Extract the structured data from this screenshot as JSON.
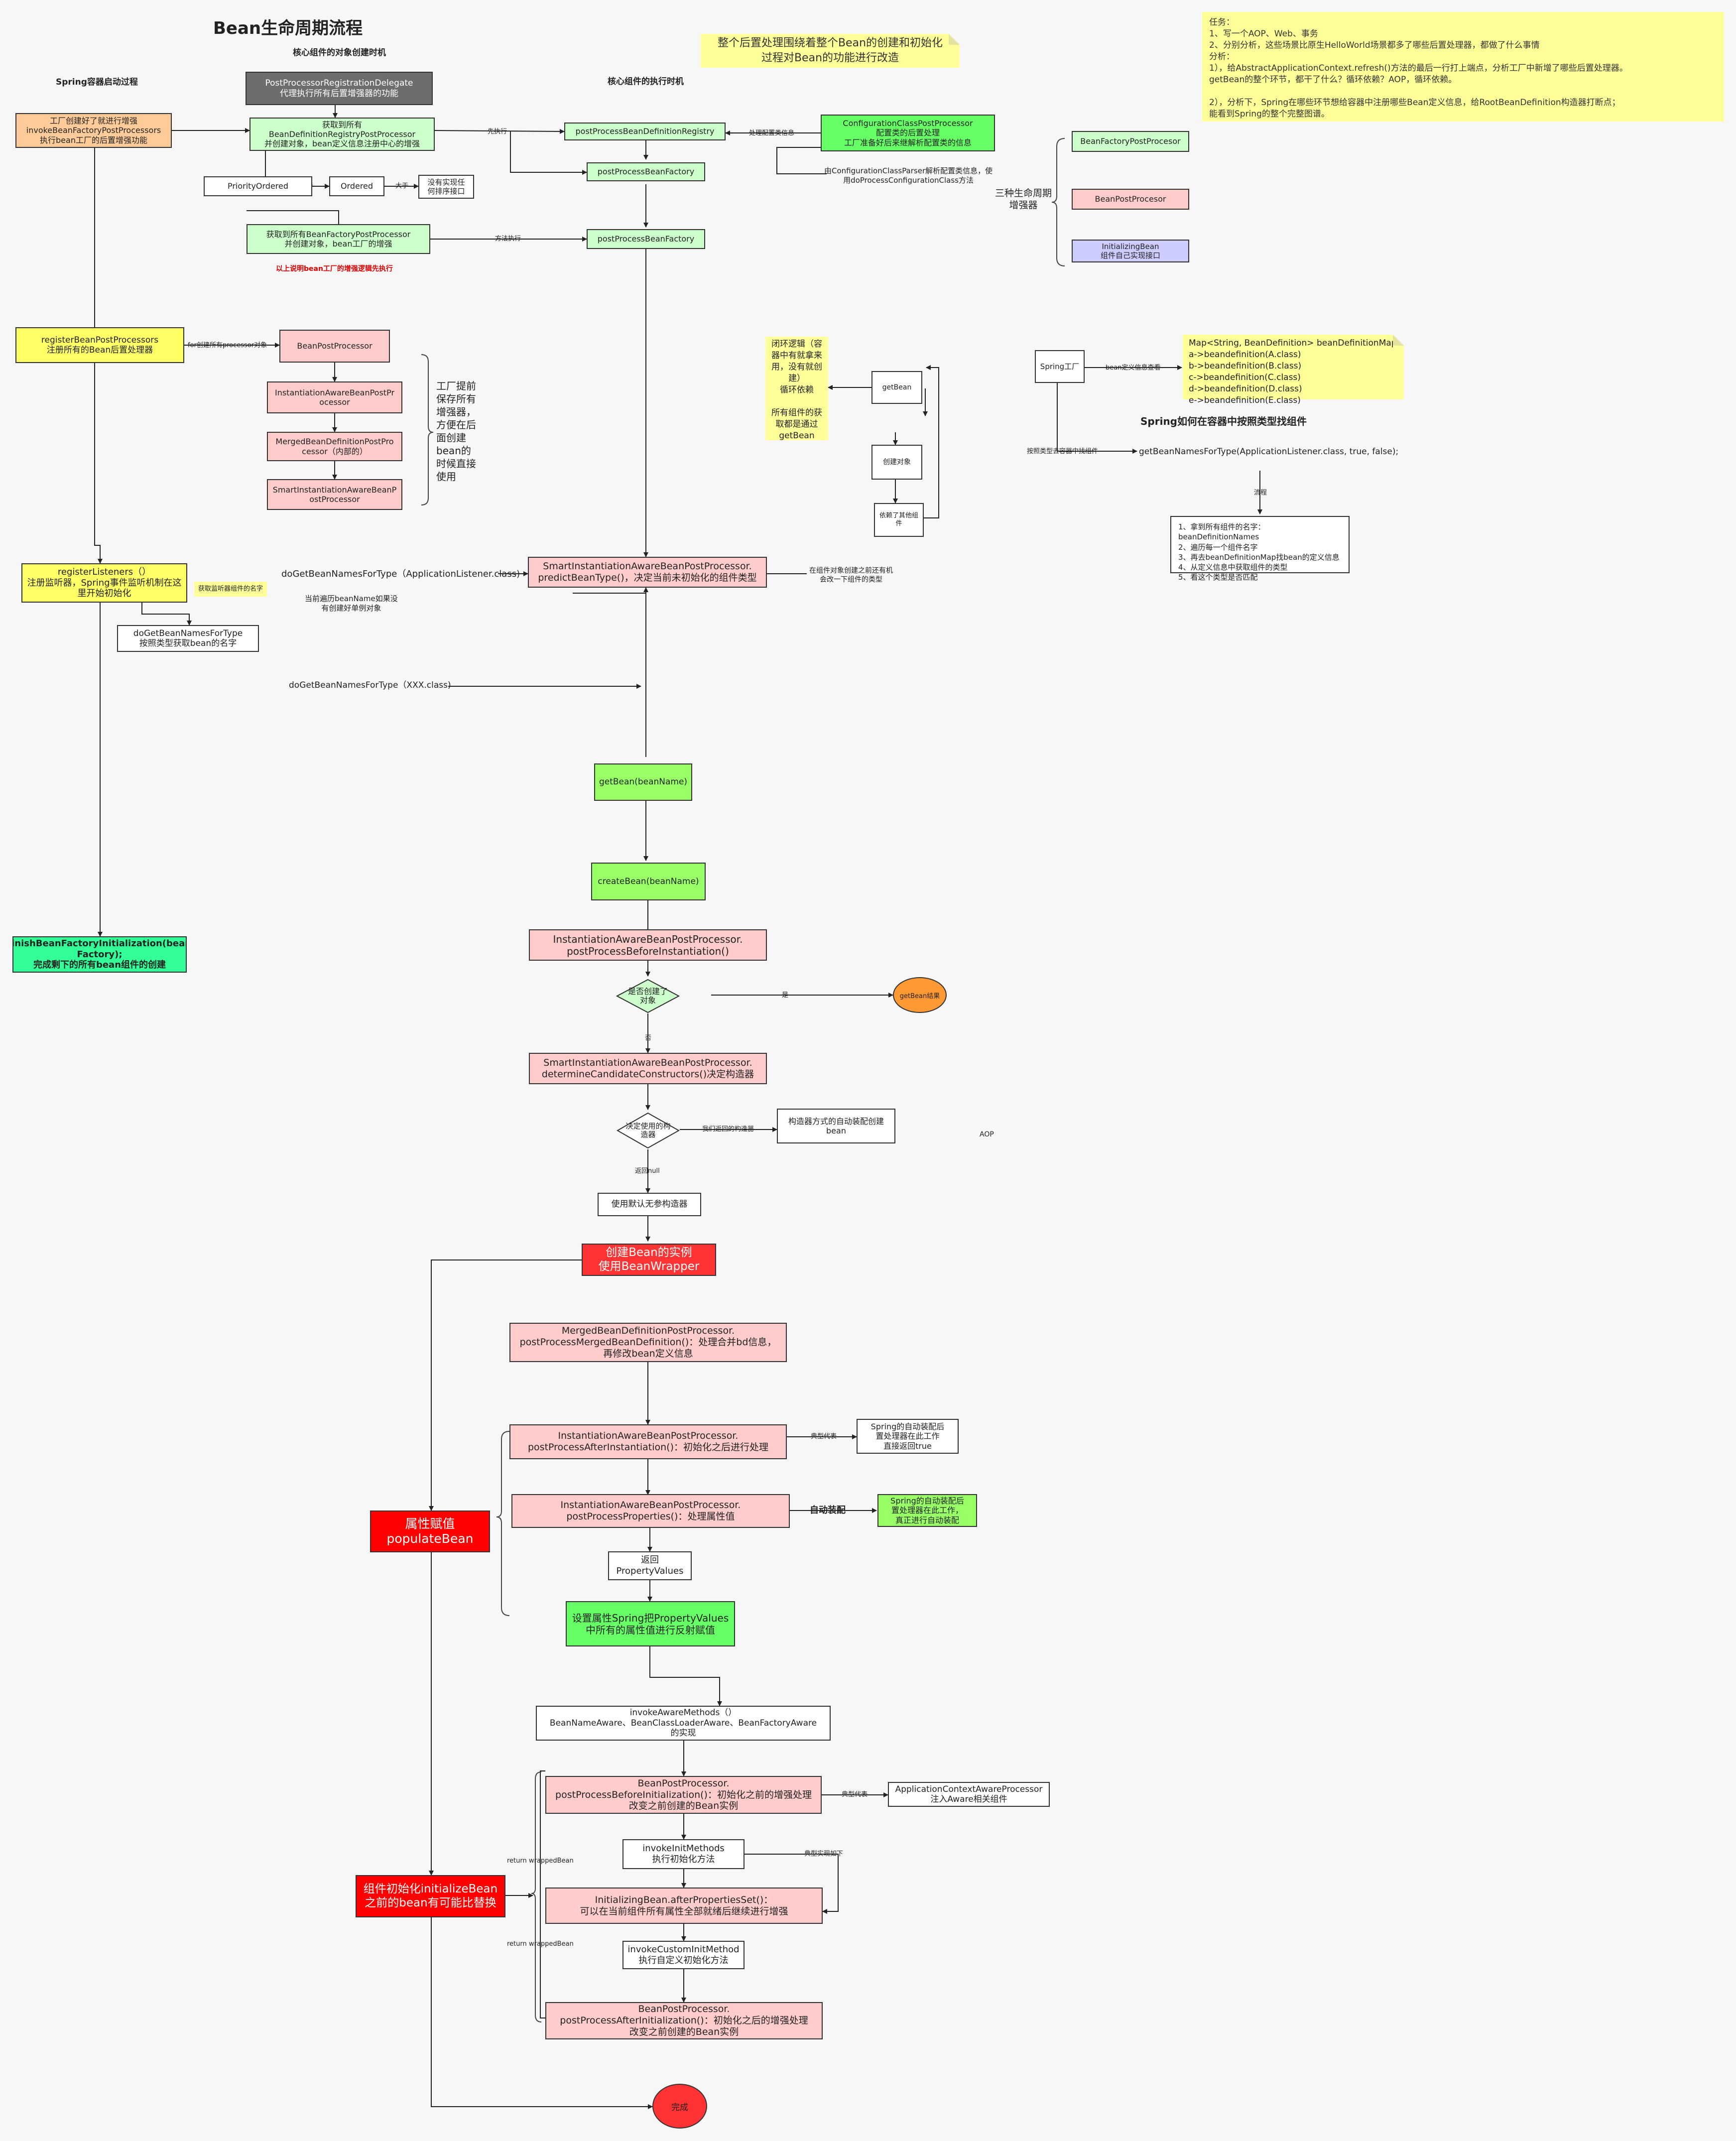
{
  "diagram": {
    "title": "Bean生命周期流程",
    "section_headers": {
      "container_startup": "Spring容器启动过程",
      "core_object_creation": "核心组件的对象创建时机",
      "core_execution": "核心组件的执行时机",
      "find_by_type": "Spring如何在容器中按照类型找组件"
    },
    "notes": {
      "post_processor_theme": "整个后置处理围绕着整个Bean的创建和初始化\n过程对Bean的功能进行改造",
      "tasks": "任务：\n1、写一个AOP、Web、事务\n2、分别分析，这些场景比原生HelloWorld场景都多了哪些后置处理器，都做了什么事情\n分析：\n1），给AbstractApplicationContext.refresh()方法的最后一行打上端点，分析工厂中新增了哪些后置处理器。\ngetBean的整个环节，都干了什么？循环依赖？AOP，循环依赖。\n\n2），分析下，Spring在哪些环节想给容器中注册哪些Bean定义信息，给RootBeanDefinition构造器打断点；\n能看到Spring的整个完整图谱。",
      "circular": "闭环逻辑（容\n器中有就拿来\n用，没有就创\n建）\n循环依赖\n\n所有组件的获\n取都是通过\ngetBean",
      "bean_definition_map": "Map<String, BeanDefinition> beanDefinitionMap\n        a->beandefinition(A.class)\n        b->beandefinition(B.class)\n        c->beandefinition(C.class)\n        d->beandefinition(D.class)\n        e->beandefinition(E.class)"
    },
    "nodes": {
      "factory_created": "工厂创建好了就进行增强\ninvokeBeanFactoryPostProcessors\n执行bean工厂的后置增强功能",
      "delegate": "PostProcessorRegistrationDelegate\n代理执行所有后置增强器的功能",
      "get_registry_pp": "获取到所有\nBeanDefinitionRegistryPostProcessor\n并创建对象，bean定义信息注册中心的增强",
      "priority_ordered": "PriorityOrdered",
      "ordered": "Ordered",
      "no_order": "没有实现任\n何排序接口",
      "get_factory_pp": "获取到所有BeanFactoryPostProcessor\n并创建对象，bean工厂的增强",
      "factory_pp_note": "以上说明bean工厂的增强逻辑先执行",
      "post_process_registry": "postProcessBeanDefinitionRegistry",
      "post_process_factory_1": "postProcessBeanFactory",
      "post_process_factory_2": "postProcessBeanFactory",
      "config_class_pp": "ConfigurationClassPostProcessor\n配置类的后置处理\n工厂准备好后来继解析配置类的信息",
      "config_parser_note": "由ConfigurationClassParser解析配置类信息，使\n用doProcessConfigurationClass方法",
      "bfpp_legend": "BeanFactoryPostProcesor",
      "bpp_legend": "BeanPostProcesor",
      "initializing_legend": "InitializingBean\n组件自己实现接口",
      "three_enhancers": "三种生命周期\n增强器",
      "register_bpp": "registerBeanPostProcessors\n注册所有的Bean后置处理器",
      "bean_post_processor": "BeanPostProcessor",
      "iabpp_1": "InstantiationAwareBeanPostPr\nocessor",
      "merged_bdpp": "MergedBeanDefinitionPostPro\ncessor（内部的）",
      "smart_iabpp": "SmartInstantiationAwareBeanP\nostProcessor",
      "factory_save_note": "工厂提前\n保存所有\n增强器，\n方便在后\n面创建\nbean的\n时候直接\n使用",
      "get_bean_small": "getBean",
      "create_object_small": "创建对象",
      "dependency_small": "依赖了其他组\n件",
      "spring_factory": "Spring工厂",
      "get_bean_names": "getBeanNamesForType(ApplicationListener.class, true, false);",
      "find_steps": "1、拿到所有组件的名字：beanDefinitionNames\n2、遍历每一个组件名字\n3、再去beanDefinitionMap找bean的定义信息\n4、从定义信息中获取组件的类型\n5、看这个类型是否匹配",
      "register_listeners": "registerListeners（）\n注册监听器，Spring事件监听机制在这\n里开始初始化",
      "listener_highlight": "获取监听器组件的名字",
      "do_get_names_listener": "doGetBeanNamesForType（ApplicationListener.class)",
      "do_get_names": "doGetBeanNamesForType\n按照类型获取bean的名字",
      "do_get_names_xxx": "doGetBeanNamesForType（XXX.class)",
      "traverse_note": "当前遍历beanName如果没\n有创建好单例对象",
      "smart_predict": "SmartInstantiationAwareBeanPostProcessor.\npredictBeanType()，决定当前未初始化的组件类型",
      "predict_note": "在组件对象创建之前还有机\n会改一下组件的类型",
      "get_bean_name": "getBean(beanName)",
      "create_bean_name": "createBean(beanName)",
      "before_instantiation": "InstantiationAwareBeanPostProcessor.\npostProcessBeforeInstantiation()",
      "created_object_q": "是否创建了\n对象",
      "get_bean_result": "getBean结果",
      "determine_constructors": "SmartInstantiationAwareBeanPostProcessor.\ndetermineCandidateConstructors()决定构造器",
      "use_constructor_q": "决定使用的构\n造器",
      "autowire_constructor": "构造器方式的自动装配创建\nbean",
      "aop": "AOP",
      "default_constructor": "使用默认无参构造器",
      "create_instance": "创建Bean的实例\n使用BeanWrapper",
      "merged_post_process": "MergedBeanDefinitionPostProcessor.\npostProcessMergedBeanDefinition()：处理合并bd信息，\n再修改bean定义信息",
      "after_instantiation": "InstantiationAwareBeanPostProcessor.\npostProcessAfterInstantiation()：初始化之后进行处理",
      "autowire_after_note": "Spring的自动装配后\n置处理器在此工作\n直接返回true",
      "post_process_properties": "InstantiationAwareBeanPostProcessor.\npostProcessProperties()：处理属性值",
      "autowire_label": "自动装配",
      "autowire_props_note": "Spring的自动装配后\n置处理器在此工作，\n真正进行自动装配",
      "populate_bean": "属性赋值\npopulateBean",
      "return_property_values": "返回\nPropertyValues",
      "set_property_values": "设置属性Spring把PropertyValues\n中所有的属性值进行反射赋值",
      "invoke_aware": "invokeAwareMethods（）\nBeanNameAware、BeanClassLoaderAware、BeanFactoryAware\n的实现",
      "before_initialization": "BeanPostProcessor.\npostProcessBeforeInitialization()：初始化之前的增强处理\n改变之前创建的Bean实例",
      "aware_processor": "ApplicationContextAwareProcessor\n注入Aware相关组件",
      "invoke_init_methods": "invokeInitMethods\n执行初始化方法",
      "after_properties_set": "InitializingBean.afterPropertiesSet()：\n可以在当前组件所有属性全部就绪后继续进行增强",
      "invoke_custom_init": "invokeCustomInitMethod\n执行自定义初始化方法",
      "after_initialization": "BeanPostProcessor.\npostProcessAfterInitialization()：初始化之后的增强处理\n改变之前创建的Bean实例",
      "initialize_bean": "组件初始化initializeBean\n之前的bean有可能比替换",
      "done": "完成",
      "finish_factory": "finishBeanFactoryInitialization(bean\nFactory);\n完成剩下的所有bean组件的创建"
    },
    "edge_labels": {
      "greater_1": "大于",
      "greater_2": "大于",
      "first_exec": "先执行",
      "method_exec": "方法执行",
      "process_config": "处理配置类信息",
      "for_create_bpp": "for创建所有processor对象",
      "get_bean_def": "bean定义信息查看",
      "by_type_find": "按照类型去容器中找组件",
      "flow": "流程",
      "yes": "是",
      "no": "否",
      "our_constructor": "我们返回的构造器",
      "return_null": "返回null",
      "typical": "典型代表",
      "typical_2": "典型代表",
      "typical_impl": "典型实现如下",
      "return_wrapped_1": "return wrappedBean",
      "return_wrapped_2": "return wrappedBean"
    },
    "colors": {
      "orange": "#ffcc99",
      "dark_gray": "#6d6d6d",
      "light_green": "#ccffcc",
      "bright_green": "#66ff66",
      "pink": "#ffcccc",
      "yellow": "#ffff66",
      "lavender": "#ccccff",
      "red": "#ff3333",
      "note_yellow": "#ffff99",
      "mint": "#33ff99",
      "lime": "#99ff66"
    }
  }
}
